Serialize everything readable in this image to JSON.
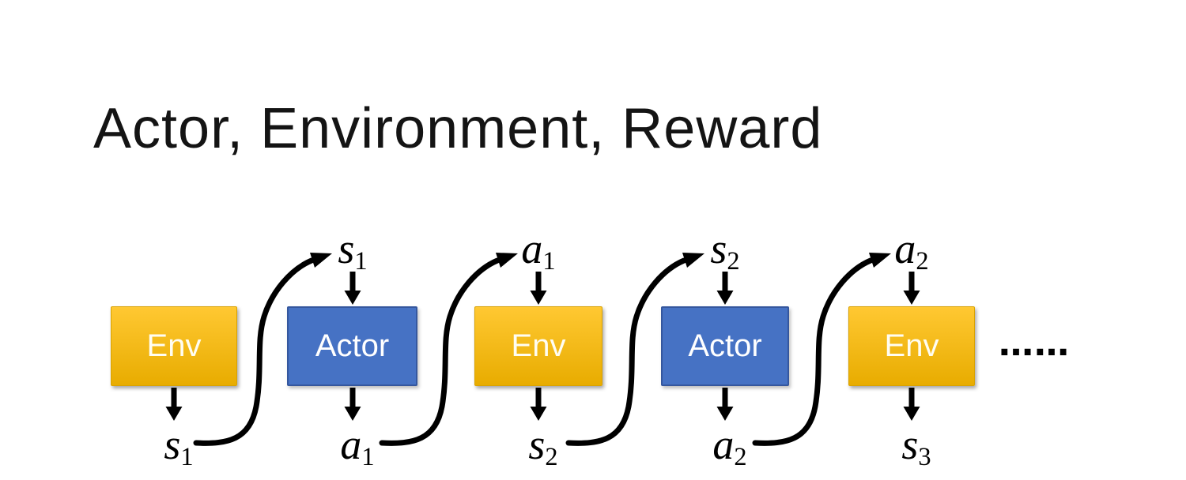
{
  "title": "Actor, Environment, Reward",
  "diagram": {
    "boxes": [
      {
        "label": "Env",
        "type": "env"
      },
      {
        "label": "Actor",
        "type": "actor"
      },
      {
        "label": "Env",
        "type": "env"
      },
      {
        "label": "Actor",
        "type": "actor"
      },
      {
        "label": "Env",
        "type": "env"
      }
    ],
    "top_labels": [
      {
        "main": "s",
        "sub": "1"
      },
      {
        "main": "a",
        "sub": "1"
      },
      {
        "main": "s",
        "sub": "2"
      },
      {
        "main": "a",
        "sub": "2"
      }
    ],
    "bottom_labels": [
      {
        "main": "s",
        "sub": "1"
      },
      {
        "main": "a",
        "sub": "1"
      },
      {
        "main": "s",
        "sub": "2"
      },
      {
        "main": "a",
        "sub": "2"
      },
      {
        "main": "s",
        "sub": "3"
      }
    ],
    "ellipsis": "……",
    "colors": {
      "env_top": "#FFC832",
      "env_bottom": "#E8AC00",
      "env_border": "#D9A200",
      "actor_fill": "#4672C4",
      "actor_border": "#35579E",
      "arrow": "#000000"
    }
  }
}
